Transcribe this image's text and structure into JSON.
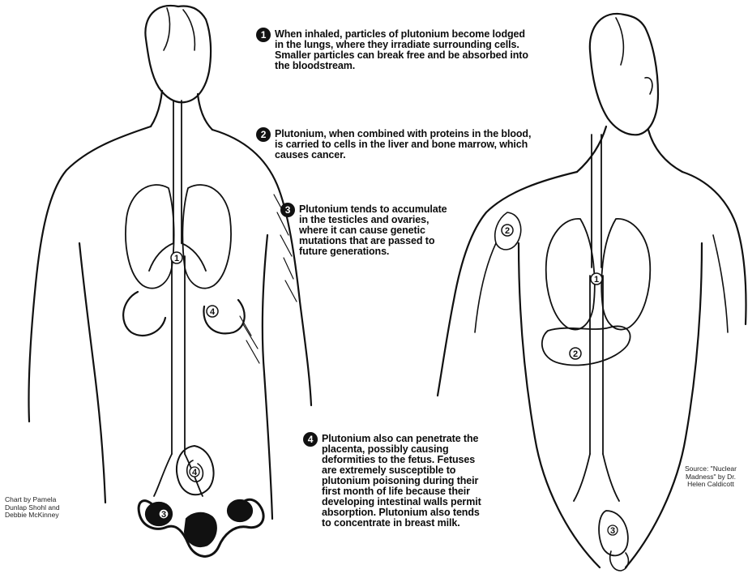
{
  "annotations": [
    {
      "number": "1",
      "text": "When inhaled, particles of plutonium become lodged in the lungs, where they irradiate surrounding cells. Smaller particles can break free and be absorbed into the bloodstream."
    },
    {
      "number": "2",
      "text": "Plutonium, when combined with proteins in the blood, is carried to cells in the liver and bone marrow, which causes cancer."
    },
    {
      "number": "3",
      "text": "Plutonium tends to accumulate in the testicles and ovaries, where it can cause genetic mutations that are passed to future generations."
    },
    {
      "number": "4",
      "text": "Plutonium also can penetrate the placenta, possibly causing deformities to the fetus. Fetuses are extremely susceptible to plutonium poisoning during their first month of life because their developing intestinal walls permit absorption. Plutonium also tends to concentrate in breast milk."
    }
  ],
  "figure_markers": {
    "female_lungs": "1",
    "female_breast": "4",
    "uterus_fetus": "4",
    "ovaries": "3",
    "male_lungs": "1",
    "male_liver": "2",
    "male_arm": "2",
    "male_testes": "3"
  },
  "credits": {
    "chart": "Chart by Pamela Dunlap Shohl and Debbie McKinney",
    "source": "Source: \"Nuclear Madness\" by Dr. Helen Caldicott"
  }
}
